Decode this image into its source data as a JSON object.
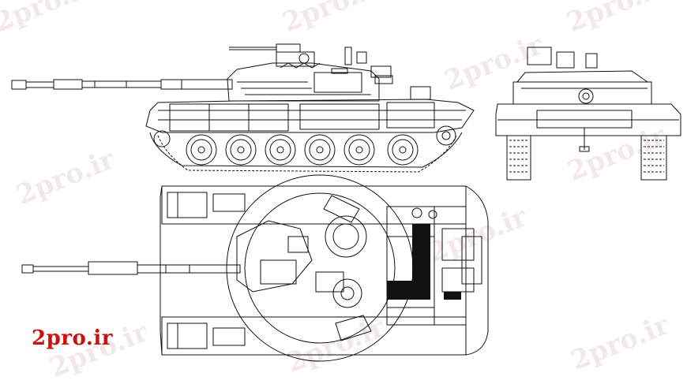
{
  "watermark": {
    "text": "2pro.ir",
    "color": "#e8d2d2"
  },
  "brand": {
    "text": "2pro.ir",
    "color": "#cc1111"
  },
  "drawing": {
    "views": [
      "side-elevation",
      "front-elevation",
      "top-plan"
    ],
    "line_color": "#111111",
    "background": "#ffffff"
  }
}
